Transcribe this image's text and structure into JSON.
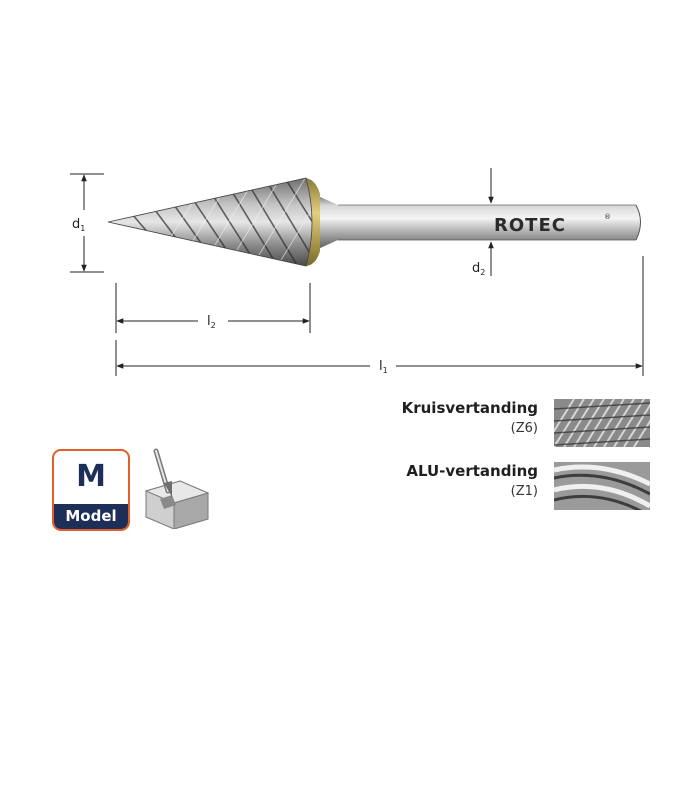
{
  "product": {
    "brand": "ROTEC",
    "brand_mark": "®"
  },
  "dimensions": {
    "d1": {
      "letter": "d",
      "sub": "1"
    },
    "d2": {
      "letter": "d",
      "sub": "2"
    },
    "l1": {
      "letter": "l",
      "sub": "1"
    },
    "l2": {
      "letter": "l",
      "sub": "2"
    }
  },
  "cuts": [
    {
      "name": "Kruisvertanding",
      "code": "(Z6)"
    },
    {
      "name": "ALU-vertanding",
      "code": "(Z1)"
    }
  ],
  "model_badge": {
    "letter": "M",
    "label": "Model"
  },
  "icons": {
    "application": "burr-on-workpiece-icon"
  },
  "colors": {
    "badge_border": "#e25f2b",
    "badge_navy": "#1d2f58",
    "collar_gold": "#c9a846"
  }
}
